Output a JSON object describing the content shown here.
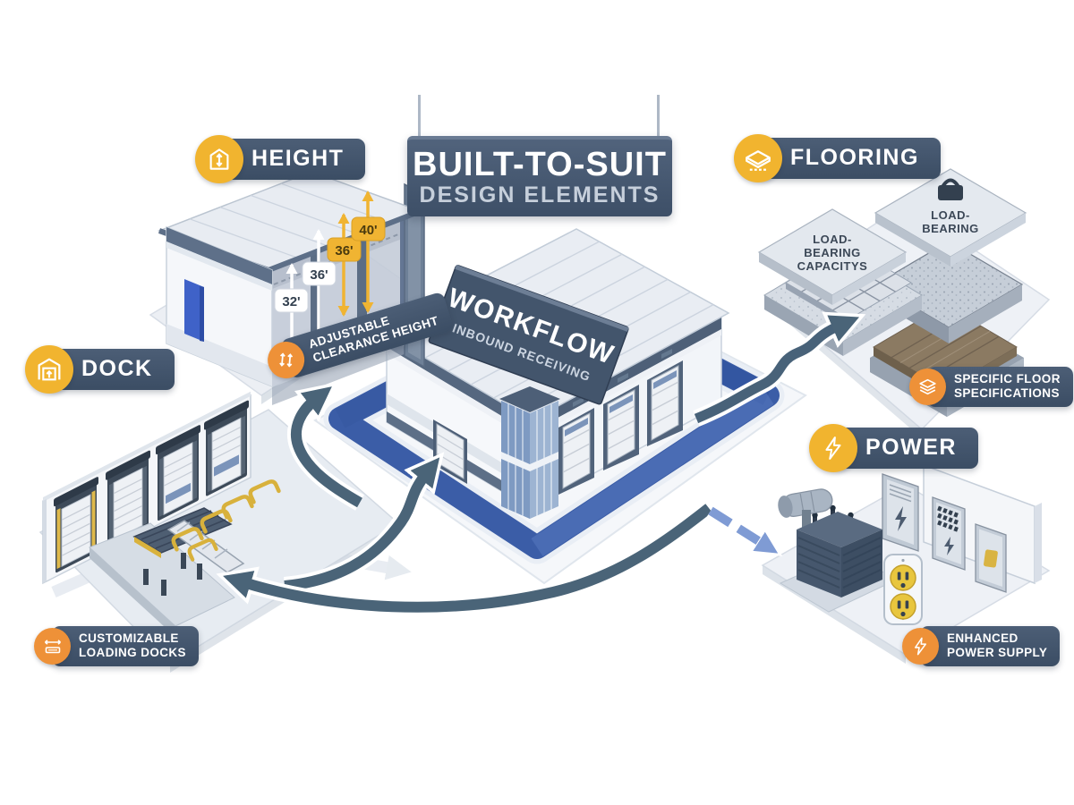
{
  "title": {
    "line1": "BUILT-TO-SUIT",
    "line2": "DESIGN ELEMENTS"
  },
  "workflow_sign": {
    "line1": "WORKFLOW",
    "line2": "INBOUND RECEIVING"
  },
  "sections": {
    "height": {
      "label": "HEIGHT",
      "icon": "height-clearance-icon",
      "measurements": [
        {
          "value": "32'",
          "style": "white"
        },
        {
          "value": "36'",
          "style": "white"
        },
        {
          "value": "36'",
          "style": "yellow"
        },
        {
          "value": "40'",
          "style": "yellow"
        }
      ],
      "annotation": {
        "line1": "ADJUSTABLE",
        "line2": "CLEARANCE HEIGHT",
        "icon": "double-arrow-icon"
      }
    },
    "dock": {
      "label": "DOCK",
      "icon": "dock-door-icon",
      "annotation": {
        "line1": "CUSTOMIZABLE",
        "line2": "LOADING DOCKS",
        "icon": "loading-dock-icon"
      }
    },
    "flooring": {
      "label": "FLOORING",
      "icon": "floor-slab-icon",
      "slabs": {
        "left": {
          "line1": "LOAD-",
          "line2": "BEARING",
          "line3": "CAPACITYS"
        },
        "right": {
          "line1": "LOAD-",
          "line2": "BEARING"
        }
      },
      "annotation": {
        "line1": "SPECIFIC FLOOR",
        "line2": "SPECIFICATIONS",
        "icon": "floor-layers-icon"
      }
    },
    "power": {
      "label": "POWER",
      "icon": "lightning-icon",
      "annotation": {
        "line1": "ENHANCED",
        "line2": "POWER SUPPLY",
        "icon": "lightning-icon"
      }
    }
  },
  "colors": {
    "badge_dark": "#3f5168",
    "icon_yellow": "#f1b42f",
    "icon_orange": "#ee9138",
    "arrow_dark": "#4a6478",
    "path_blue": "#3b5da7",
    "accent_yellow": "#f0b432"
  }
}
